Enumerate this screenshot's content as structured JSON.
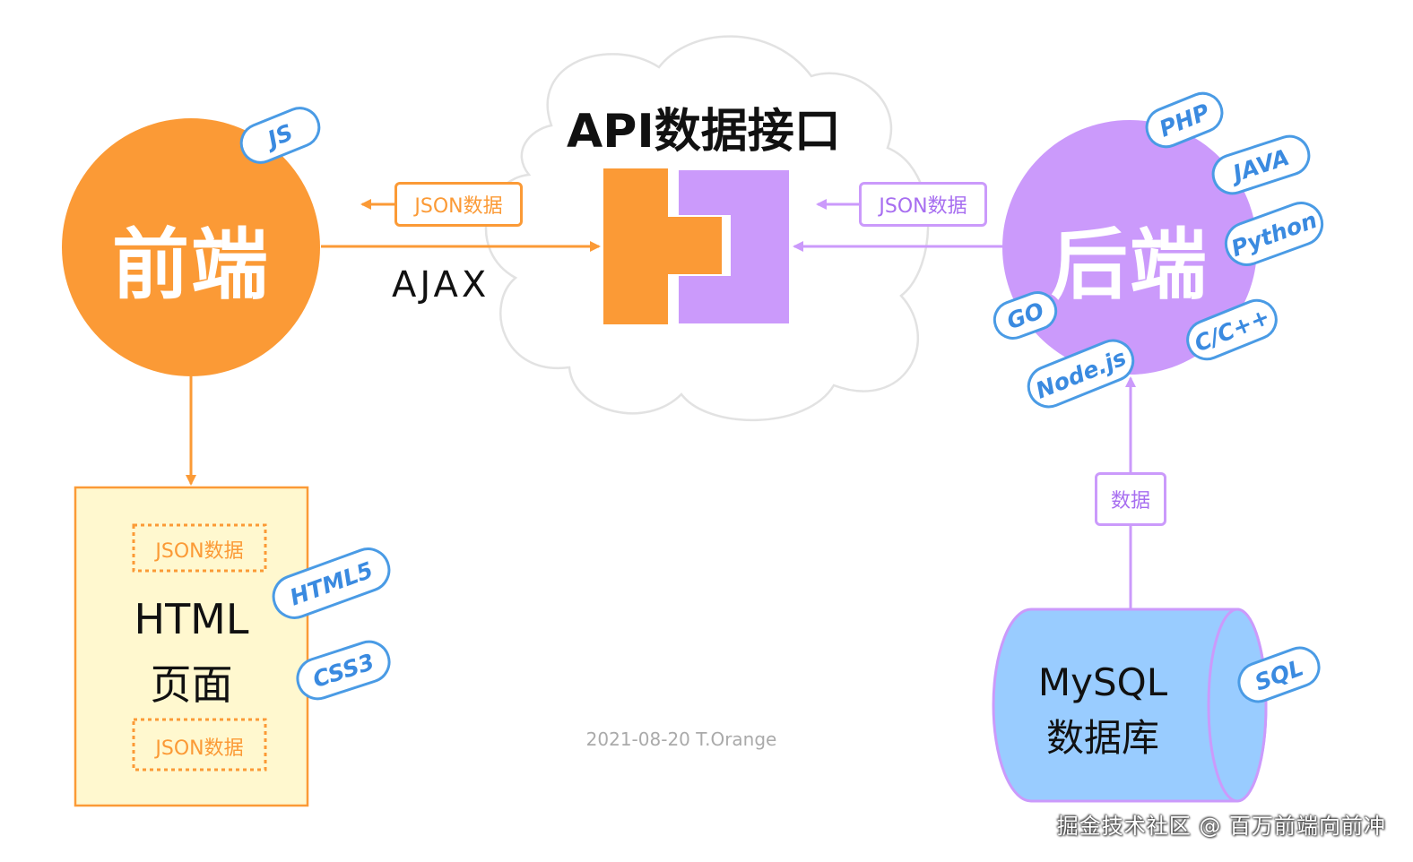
{
  "cloud": {
    "title": "API数据接口"
  },
  "frontend": {
    "label": "前端",
    "color": "#fb9a36"
  },
  "backend": {
    "label": "后端",
    "color": "#cb9afb"
  },
  "edges": {
    "ajax_label": "AJAX",
    "left_json": "JSON数据",
    "right_json": "JSON数据",
    "data_label": "数据"
  },
  "html_page": {
    "title_line1": "HTML",
    "title_line2": "页面",
    "json_top": "JSON数据",
    "json_bottom": "JSON数据"
  },
  "database": {
    "line1": "MySQL",
    "line2": "数据库",
    "color": "#99ccff"
  },
  "tags": {
    "js": "JS",
    "html5": "HTML5",
    "css3": "CSS3",
    "php": "PHP",
    "java": "JAVA",
    "python": "Python",
    "go": "GO",
    "cpp": "C/C++",
    "node": "Node.js",
    "sql": "SQL"
  },
  "caption": "2021-08-20 T.Orange",
  "watermark": "掘金技术社区 @ 百万前端向前冲",
  "colors": {
    "orange": "#fb9a36",
    "purple": "#cb9afb",
    "pill_blue": "#4a9be5",
    "page_fill": "#fff8cf"
  }
}
